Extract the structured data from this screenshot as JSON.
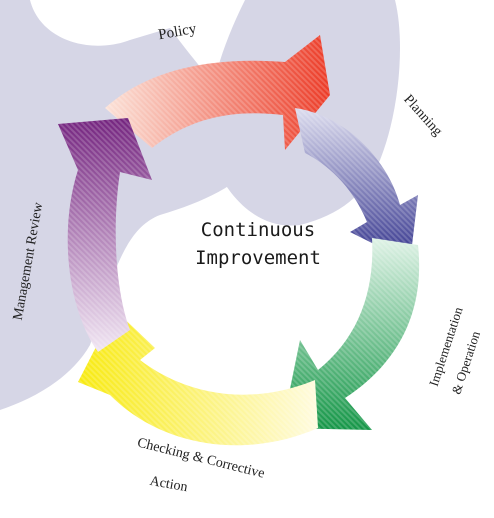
{
  "diagram": {
    "center": {
      "line1": "Continuous",
      "line2": "Improvement"
    },
    "stages": {
      "policy": "Policy",
      "planning": "Planning",
      "implementation_line1": "Implementation",
      "implementation_line2": "& Operation",
      "checking_line1": "Checking & Corrective",
      "checking_line2": "Action",
      "review": "Management Review"
    },
    "colors": {
      "background": "#ffffff",
      "silhouette": "#d6d6e6",
      "policy": "#e8412f",
      "planning": "#3a3a92",
      "implementation": "#1f9a52",
      "checking": "#f5e600",
      "review": "#7b2f8a"
    }
  }
}
